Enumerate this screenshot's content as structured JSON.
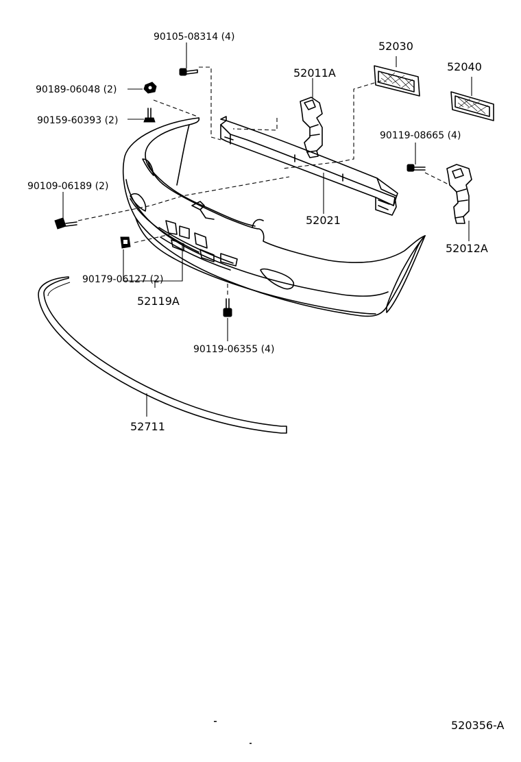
{
  "parts": {
    "p90105": "90105-08314 (4)",
    "p90189": "90189-06048 (2)",
    "p90159": "90159-60393 (2)",
    "p90109": "90109-06189 (2)",
    "p90179": "90179-06127 (2)",
    "p52119A": "52119A",
    "p52011A": "52011A",
    "p52030": "52030",
    "p52040": "52040",
    "p90119a": "90119-08665 (4)",
    "p52021": "52021",
    "p52012A": "52012A",
    "p90119b": "90119-06355 (4)",
    "p52711": "52711"
  },
  "diagram_id": "520356-A",
  "colors": {
    "ink": "#000000",
    "background": "#ffffff"
  }
}
